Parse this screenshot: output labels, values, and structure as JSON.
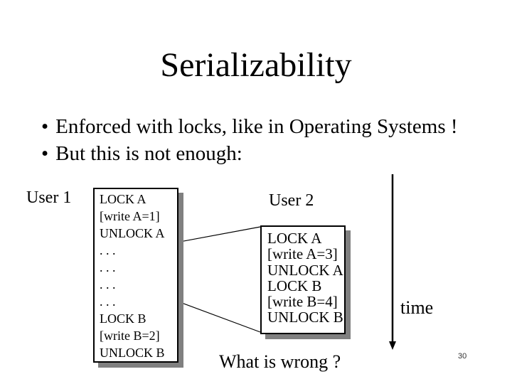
{
  "slide": {
    "title": "Serializability",
    "bullet_glyph": "•",
    "bullets": [
      "Enforced with locks, like in Operating Systems !",
      "But this is not enough:"
    ],
    "user1": {
      "label": "User 1",
      "code_lines": [
        "LOCK A",
        "[write A=1]",
        "UNLOCK A",
        ". . .",
        ". . .",
        ". . .",
        ". . .",
        "LOCK B",
        "[write B=2]",
        "UNLOCK B"
      ]
    },
    "user2": {
      "label": "User 2",
      "code_lines": [
        "LOCK A",
        "[write A=3]",
        "UNLOCK A",
        "LOCK B",
        "[write B=4]",
        "UNLOCK B"
      ]
    },
    "time_label": "time",
    "question": "What is wrong ?",
    "page_number": "30",
    "colors": {
      "background": "#ffffff",
      "text": "#000000",
      "box_border": "#000000",
      "box_shadow": "#808080"
    }
  }
}
